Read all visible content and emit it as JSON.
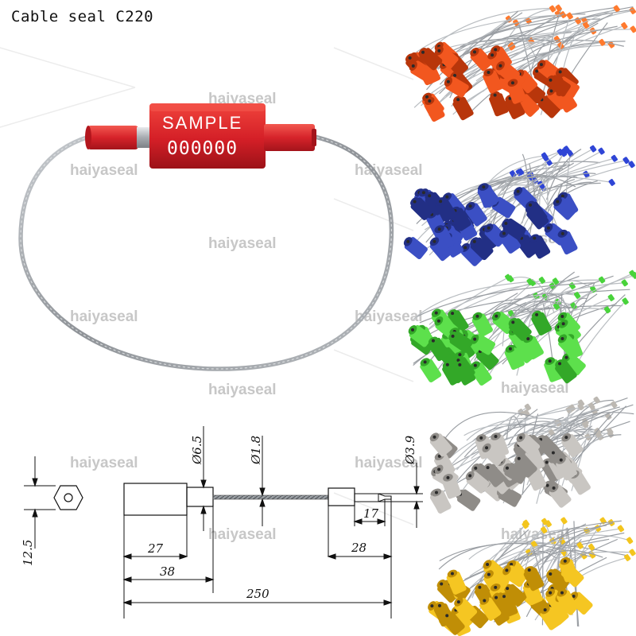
{
  "title": "Cable seal C220",
  "watermark": "haiyaseal",
  "sample_seal": {
    "label_top": "SAMPLE",
    "label_bottom": "000000",
    "body_color": "#d9222a",
    "cable_color": "#a9adb1"
  },
  "bundles": [
    {
      "name": "orange",
      "color": "#f2571f",
      "shade": "#b8360b",
      "tip": "#ff7a2e"
    },
    {
      "name": "blue",
      "color": "#3b4fc4",
      "shade": "#222f85",
      "tip": "#2f45d6"
    },
    {
      "name": "green",
      "color": "#5de04c",
      "shade": "#33a828",
      "tip": "#49d33b"
    },
    {
      "name": "grey",
      "color": "#c9c6c2",
      "shade": "#8f8c88",
      "tip": "#bcb8b2"
    },
    {
      "name": "yellow",
      "color": "#f5c622",
      "shade": "#c08e06",
      "tip": "#f3c51e"
    }
  ],
  "drawing": {
    "head_diameter": "Ø6.5",
    "cable_diameter": "Ø1.8",
    "tail_diameter": "Ø3.9",
    "hex_height": "12.5",
    "head_length": "27",
    "head_with_collar": "38",
    "tail_tip_length": "17",
    "tail_length": "28",
    "total_length": "250"
  }
}
